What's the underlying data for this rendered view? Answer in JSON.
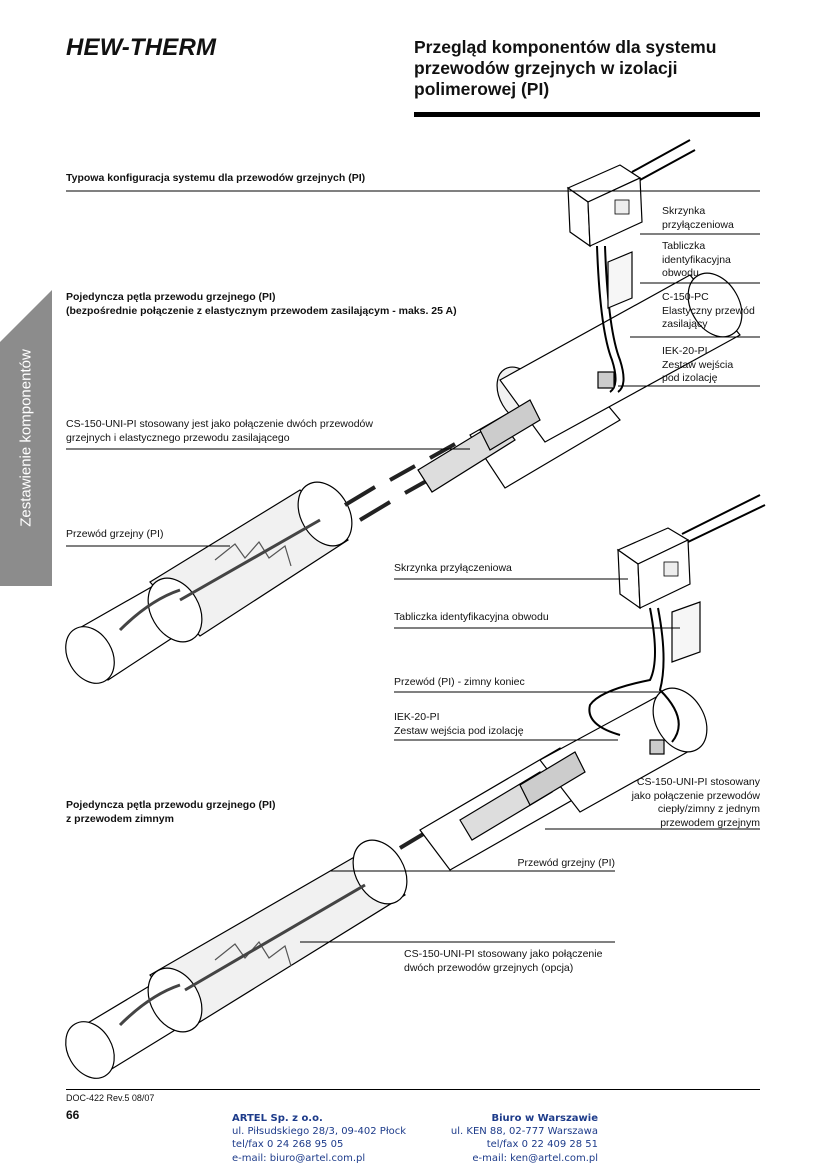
{
  "header": {
    "logo": "HEW-THERM",
    "title": [
      "Przegląd komponentów dla systemu",
      "przewodów grzejnych w izolacji",
      "polimerowej (PI)"
    ]
  },
  "side_tab": {
    "label": "Zestawienie komponentów",
    "color": "#8c8c8c"
  },
  "section_title": "Typowa konfiguracja systemu dla przewodów grzejnych (PI)",
  "diagram1": {
    "heading": [
      "Pojedyncza pętla przewodu grzejnego (PI)",
      "(bezpośrednie połączenie z elastycznym przewodem zasilającym - maks. 25 A)"
    ],
    "labels": {
      "box": [
        "Skrzynka",
        "przyłączeniowa"
      ],
      "plate": [
        "Tabliczka",
        "identyfikacyjna",
        "obwodu"
      ],
      "cable": [
        "C-150-PC",
        "Elastyczny przewód",
        "zasilający"
      ],
      "entry": [
        "IEK-20-PI",
        "Zestaw wejścia",
        "pod izolację"
      ],
      "splice": [
        "CS-150-UNI-PI stosowany jest jako połączenie dwóch przewodów",
        "grzejnych i elastycznego przewodu zasilającego"
      ],
      "heater": "Przewód grzejny (PI)"
    }
  },
  "diagram2": {
    "heading": [
      "Pojedyncza pętla przewodu grzejnego (PI)",
      "z przewodem zimnym"
    ],
    "labels": {
      "box": "Skrzynka przyłączeniowa",
      "plate": "Tabliczka identyfikacyjna obwodu",
      "cold_end": "Przewód (PI) - zimny koniec",
      "entry": [
        "IEK-20-PI",
        "Zestaw wejścia pod izolację"
      ],
      "splice": [
        "CS-150-UNI-PI stosowany",
        "jako połączenie przewodów",
        "ciepły/zimny z jednym",
        "przewodem grzejnym"
      ],
      "heater": "Przewód grzejny (PI)",
      "splice_opt": [
        "CS-150-UNI-PI stosowany jako połączenie",
        "dwóch przewodów grzejnych (opcja)"
      ]
    }
  },
  "footer": {
    "doc": "DOC-422  Rev.5  08/07",
    "page": "66",
    "office1": [
      "ARTEL Sp. z o.o.",
      "ul. Piłsudskiego 28/3, 09-402 Płock",
      "tel/fax 0 24 268 95 05",
      "e-mail: biuro@artel.com.pl"
    ],
    "office2": [
      "Biuro w Warszawie",
      "ul. KEN 88, 02-777 Warszawa",
      "tel/fax 0 22 409 28 51",
      "e-mail: ken@artel.com.pl"
    ],
    "address_color": "#1d3b8a"
  }
}
